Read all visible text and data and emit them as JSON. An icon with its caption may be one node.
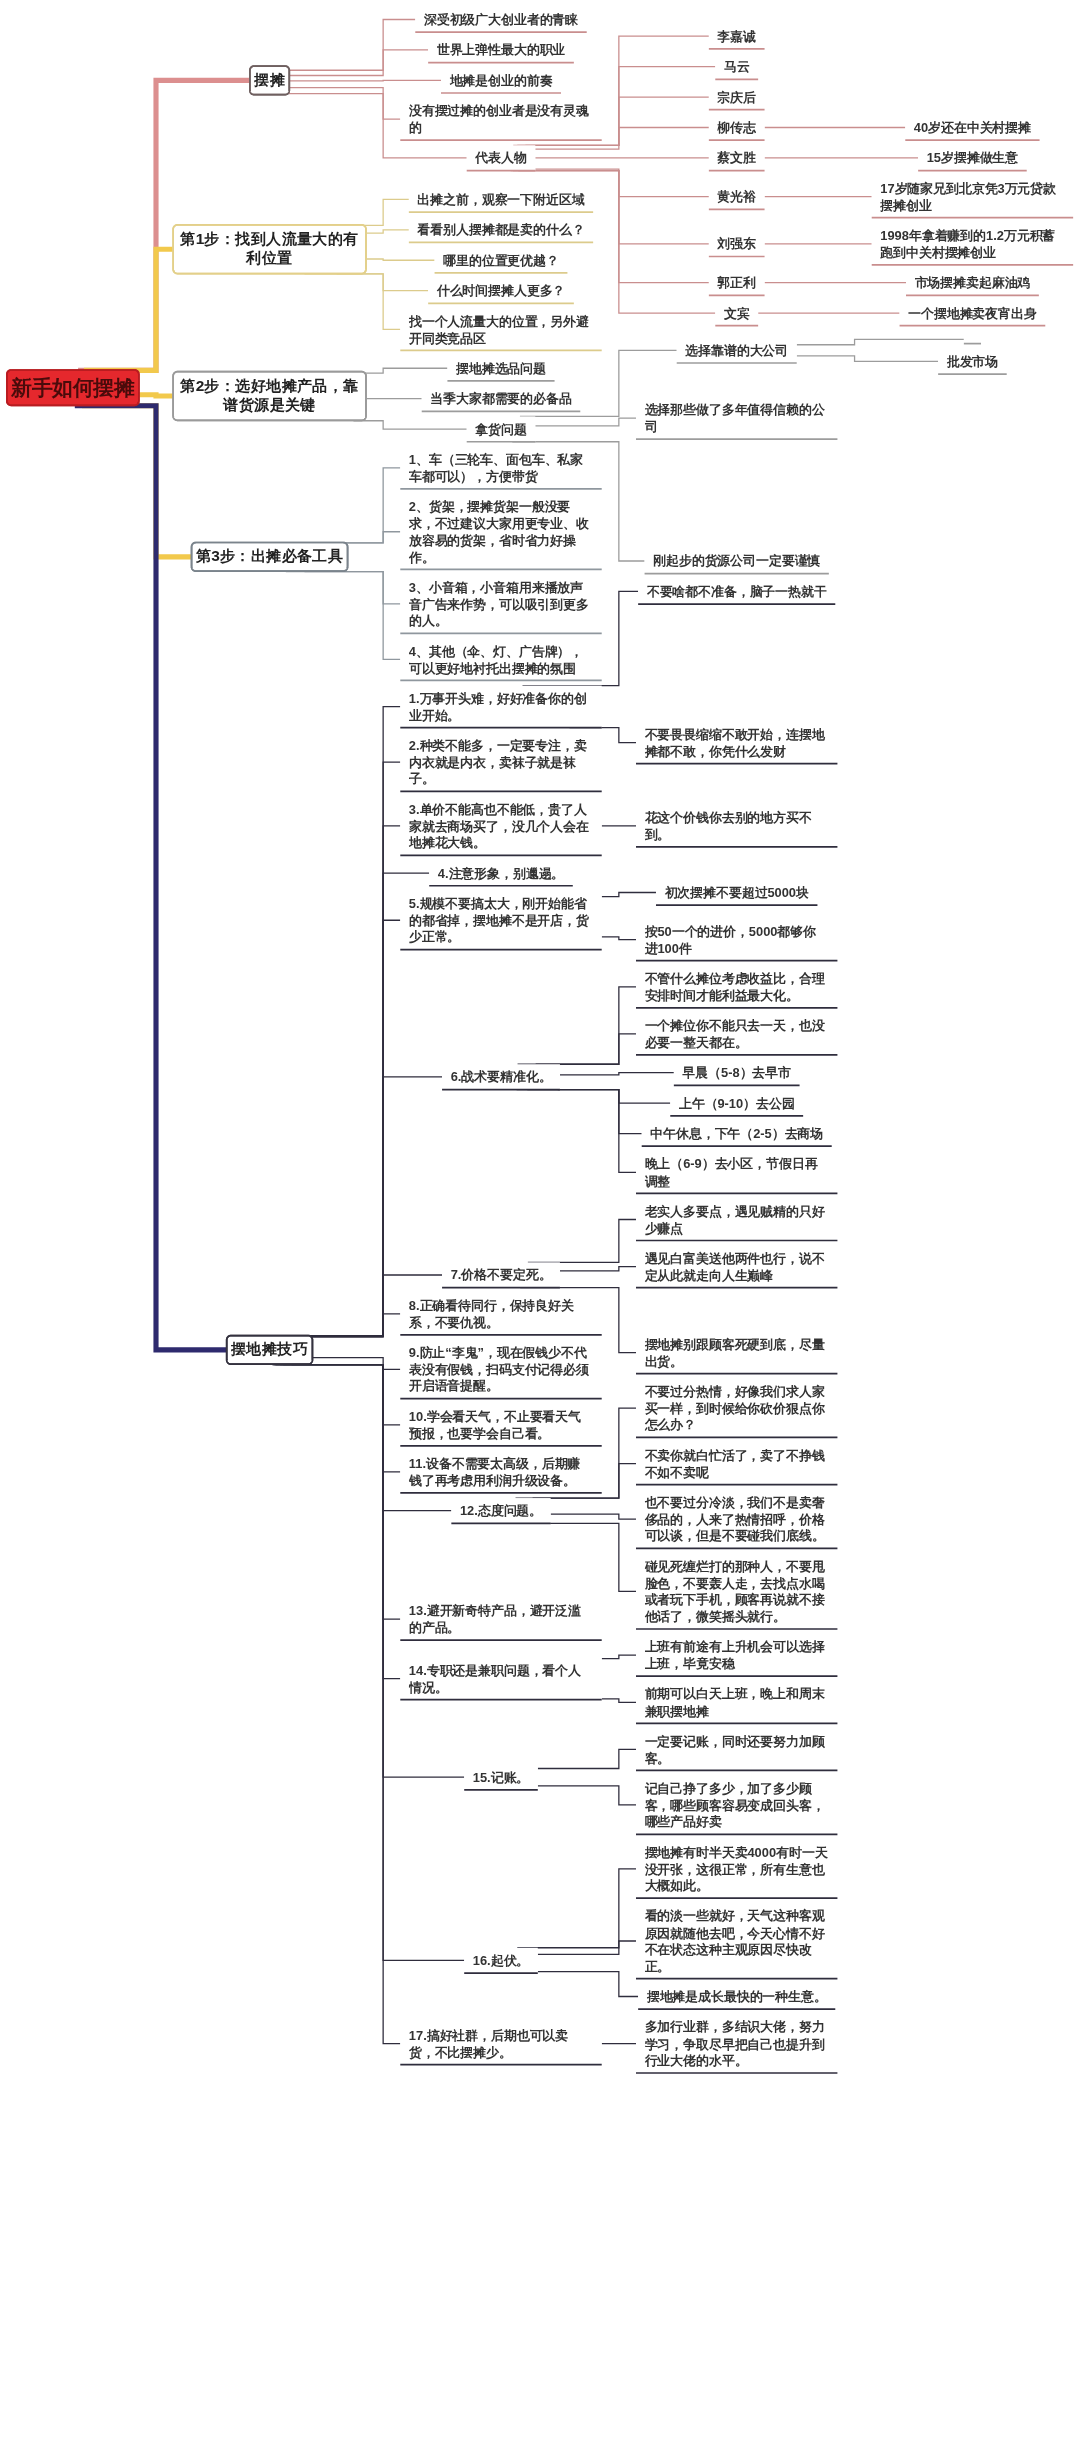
{
  "diagram": {
    "nodes": [
      {
        "text": [
          "新手如何摆摊"
        ]
      },
      {
        "text": [
          "摆摊"
        ]
      },
      {
        "text": [
          "深受初级广大创业者的青睐"
        ]
      },
      {
        "text": [
          "世界上弹性最大的职业"
        ]
      },
      {
        "text": [
          "地摊是创业的前奏"
        ]
      },
      {
        "text": [
          "没有摆过摊的创业者是没有灵魂的"
        ]
      },
      {
        "text": [
          "代表人物"
        ]
      },
      {
        "text": [
          "李嘉诚"
        ]
      },
      {
        "text": [
          "马云"
        ]
      },
      {
        "text": [
          "宗庆后"
        ]
      },
      {
        "text": [
          "柳传志"
        ]
      },
      {
        "text": [
          "40岁还在中关村摆摊"
        ]
      },
      {
        "text": [
          "蔡文胜"
        ]
      },
      {
        "text": [
          "15岁摆摊做生意"
        ]
      },
      {
        "text": [
          "黄光裕"
        ]
      },
      {
        "text": [
          "17岁随家兄到北京凭3万元贷款摆摊创业"
        ]
      },
      {
        "text": [
          "刘强东"
        ]
      },
      {
        "text": [
          "1998年拿着赚到的1.2万元积蓄跑到中关村摆摊创业"
        ]
      },
      {
        "text": [
          "郭正利"
        ]
      },
      {
        "text": [
          "市场摆摊卖起麻油鸡"
        ]
      },
      {
        "text": [
          "文宾"
        ]
      },
      {
        "text": [
          "一个摆地摊卖夜宵出身"
        ]
      },
      {
        "text": [
          "第1步：找到人流量大的有利位置"
        ]
      },
      {
        "text": [
          "出摊之前，观察一下附近区域"
        ]
      },
      {
        "text": [
          "看看别人摆摊都是卖的什么？"
        ]
      },
      {
        "text": [
          "哪里的位置更优越？"
        ]
      },
      {
        "text": [
          "什么时间摆摊人更多？"
        ]
      },
      {
        "text": [
          "找一个人流量大的位置，另外避开同类竞品区"
        ]
      },
      {
        "text": [
          "第2步：选好地摊产品，靠谱货源是关键"
        ]
      },
      {
        "text": [
          "摆地摊选品问题"
        ]
      },
      {
        "text": [
          "当季大家都需要的必备品"
        ]
      },
      {
        "text": [
          "拿货问题"
        ]
      },
      {
        "text": [
          "选择靠谱的大公司"
        ]
      },
      {
        "text": [],
        "shape": "line"
      },
      {
        "text": [
          "批发市场"
        ]
      },
      {
        "text": [
          "选择那些做了多年值得信赖的公司"
        ]
      },
      {
        "text": [
          "刚起步的货源公司一定要谨慎"
        ]
      },
      {
        "text": [
          "第3步：出摊必备工具"
        ]
      },
      {
        "text": [
          "1、车（三轮车、面包车、私家车都可以），方便带货"
        ]
      },
      {
        "text": [
          "2、货架，摆摊货架一般没要求，不过建议大家用更专业、收放容易的货架，省时省力好操作。"
        ]
      },
      {
        "text": [
          "3、小音箱，小音箱用来播放声音广告来作势，可以吸引到更多的人。"
        ]
      },
      {
        "text": [
          "4、其他（伞、灯、广告牌），可以更好地衬托出摆摊的氛围"
        ]
      },
      {
        "text": [
          "摆地摊技巧"
        ]
      },
      {
        "text": [
          "1.万事开头难，好好准备你的创业开始。"
        ]
      },
      {
        "text": [
          "不要啥都不准备，脑子一热就干"
        ]
      },
      {
        "text": [
          "不要畏畏缩缩不敢开始，连摆地摊都不敢，你凭什么发财"
        ]
      },
      {
        "text": [
          "2.种类不能多，一定要专注，卖内衣就是内衣，卖袜子就是袜子。"
        ]
      },
      {
        "text": [
          "3.单价不能高也不能低，贵了人家就去商场买了，没几个人会在地摊花大钱。"
        ]
      },
      {
        "text": [
          "花这个价钱你去别的地方买不到。"
        ]
      },
      {
        "text": [
          "4.注意形象，别邋遢。"
        ]
      },
      {
        "text": [
          "5.规模不要搞太大，刚开始能省的都省掉，摆地摊不是开店，货少正常。"
        ]
      },
      {
        "text": [
          "初次摆摊不要超过5000块"
        ]
      },
      {
        "text": [
          "按50一个的进价，5000都够你进100件"
        ]
      },
      {
        "text": [
          "6.战术要精准化。"
        ]
      },
      {
        "text": [
          "不管什么摊位考虑收益比，合理安排时间才能利益最大化。"
        ]
      },
      {
        "text": [
          "一个摊位你不能只去一天，也没必要一整天都在。"
        ]
      },
      {
        "text": [
          "早晨（5-8）去早市"
        ]
      },
      {
        "text": [
          "上午（9-10）去公园"
        ]
      },
      {
        "text": [
          "中午休息，下午（2-5）去商场"
        ]
      },
      {
        "text": [
          "晚上（6-9）去小区，节假日再调整"
        ]
      },
      {
        "text": [
          "7.价格不要定死。"
        ]
      },
      {
        "text": [
          "老实人多要点，遇见贼精的只好少赚点"
        ]
      },
      {
        "text": [
          "遇见白富美送他两件也行，说不定从此就走向人生巅峰"
        ]
      },
      {
        "text": [
          "摆地摊别跟顾客死硬到底，尽量出货。"
        ]
      },
      {
        "text": [
          "8.正确看待同行，保持良好关系，不要仇视。"
        ]
      },
      {
        "text": [
          "9.防止“李鬼”，现在假钱少不代表没有假钱，扫码支付记得必须开启语音提醒。"
        ]
      },
      {
        "text": [
          "10.学会看天气，不止要看天气预报，也要学会自己看。"
        ]
      },
      {
        "text": [
          "11.设备不需要太高级，后期赚钱了再考虑用利润升级设备。"
        ]
      },
      {
        "text": [
          "12.态度问题。"
        ]
      },
      {
        "text": [
          "不要过分热情，好像我们求人家买一样，到时候给你砍价狠点你怎么办？"
        ]
      },
      {
        "text": [
          "不卖你就白忙活了，卖了不挣钱不如不卖呢"
        ]
      },
      {
        "text": [
          "也不要过分冷淡，我们不是卖奢侈品的，人来了热情招呼，价格可以谈，但是不要碰我们底线。"
        ]
      },
      {
        "text": [
          "碰见死缠烂打的那种人，不要甩脸色，不要轰人走，去找点水喝或者玩下手机，顾客再说就不接他话了，微笑摇头就行。"
        ]
      },
      {
        "text": [
          "13.避开新奇特产品，避开泛滥的产品。"
        ]
      },
      {
        "text": [
          "14.专职还是兼职问题，看个人情况。"
        ]
      },
      {
        "text": [
          "上班有前途有上升机会可以选择上班，毕竟安稳"
        ]
      },
      {
        "text": [
          "前期可以白天上班，晚上和周末兼职摆地摊"
        ]
      },
      {
        "text": [
          "15.记账。"
        ]
      },
      {
        "text": [
          "一定要记账，同时还要努力加顾客。"
        ]
      },
      {
        "text": [
          "记自己挣了多少，加了多少顾客，哪些顾客容易变成回头客，哪些产品好卖"
        ]
      },
      {
        "text": [
          "16.起伏。"
        ]
      },
      {
        "text": [
          "摆地摊有时半天卖4000有时一天没开张，这很正常，所有生意也大概如此。"
        ]
      },
      {
        "text": [
          "看的淡一些就好，天气这种客观原因就随他去吧，今天心情不好不在状态这种主观原因尽快改正。"
        ]
      },
      {
        "text": [
          "摆地摊是成长最快的一种生意。"
        ]
      },
      {
        "text": [
          "17.搞好社群，后期也可以卖货，不比摆摊少。"
        ]
      },
      {
        "text": [
          "多加行业群，多结识大佬，努力学习，争取尽早把自己也提升到行业大佬的水平。"
        ]
      }
    ],
    "edges": [
      {
        "from": 0,
        "to": 1,
        "arrow": "none",
        "style": "thick",
        "color": "#dc8f8f"
      },
      {
        "from": 1,
        "to": 2,
        "arrow": "none",
        "color": "#c98e8e"
      },
      {
        "from": 1,
        "to": 3,
        "arrow": "none",
        "color": "#c98e8e"
      },
      {
        "from": 1,
        "to": 4,
        "arrow": "none",
        "color": "#c98e8e"
      },
      {
        "from": 1,
        "to": 5,
        "arrow": "none",
        "color": "#c98e8e"
      },
      {
        "from": 1,
        "to": 6,
        "arrow": "none",
        "color": "#c98e8e"
      },
      {
        "from": 6,
        "to": 7,
        "arrow": "none",
        "color": "#c98e8e"
      },
      {
        "from": 6,
        "to": 8,
        "arrow": "none",
        "color": "#c98e8e"
      },
      {
        "from": 6,
        "to": 9,
        "arrow": "none",
        "color": "#c98e8e"
      },
      {
        "from": 6,
        "to": 10,
        "arrow": "none",
        "color": "#c98e8e"
      },
      {
        "from": 10,
        "to": 11,
        "arrow": "none",
        "color": "#c98e8e"
      },
      {
        "from": 6,
        "to": 12,
        "arrow": "none",
        "color": "#c98e8e"
      },
      {
        "from": 12,
        "to": 13,
        "arrow": "none",
        "color": "#c98e8e"
      },
      {
        "from": 6,
        "to": 14,
        "arrow": "none",
        "color": "#c98e8e"
      },
      {
        "from": 14,
        "to": 15,
        "arrow": "none",
        "color": "#c98e8e"
      },
      {
        "from": 6,
        "to": 16,
        "arrow": "none",
        "color": "#c98e8e"
      },
      {
        "from": 16,
        "to": 17,
        "arrow": "none",
        "color": "#c98e8e"
      },
      {
        "from": 6,
        "to": 18,
        "arrow": "none",
        "color": "#c98e8e"
      },
      {
        "from": 18,
        "to": 19,
        "arrow": "none",
        "color": "#c98e8e"
      },
      {
        "from": 6,
        "to": 20,
        "arrow": "none",
        "color": "#c98e8e"
      },
      {
        "from": 20,
        "to": 21,
        "arrow": "none",
        "color": "#c98e8e"
      },
      {
        "from": 0,
        "to": 22,
        "arrow": "none",
        "style": "thick",
        "color": "#f2c94c"
      },
      {
        "from": 22,
        "to": 23,
        "arrow": "none",
        "color": "#dccb8c"
      },
      {
        "from": 22,
        "to": 24,
        "arrow": "none",
        "color": "#dccb8c"
      },
      {
        "from": 22,
        "to": 25,
        "arrow": "none",
        "color": "#dccb8c"
      },
      {
        "from": 22,
        "to": 26,
        "arrow": "none",
        "color": "#dccb8c"
      },
      {
        "from": 22,
        "to": 27,
        "arrow": "none",
        "color": "#dccb8c"
      },
      {
        "from": 0,
        "to": 28,
        "arrow": "none",
        "style": "thick",
        "color": "#f2c94c"
      },
      {
        "from": 28,
        "to": 29,
        "arrow": "none",
        "color": "#9c9c9c"
      },
      {
        "from": 28,
        "to": 30,
        "arrow": "none",
        "color": "#9c9c9c"
      },
      {
        "from": 28,
        "to": 31,
        "arrow": "none",
        "color": "#9c9c9c"
      },
      {
        "from": 31,
        "to": 32,
        "arrow": "none",
        "color": "#9c9c9c"
      },
      {
        "from": 32,
        "to": 33,
        "arrow": "none",
        "color": "#9c9c9c"
      },
      {
        "from": 32,
        "to": 34,
        "arrow": "none",
        "color": "#9c9c9c"
      },
      {
        "from": 31,
        "to": 35,
        "arrow": "none",
        "color": "#9c9c9c"
      },
      {
        "from": 31,
        "to": 36,
        "arrow": "none",
        "color": "#9c9c9c"
      },
      {
        "from": 0,
        "to": 37,
        "arrow": "none",
        "style": "thick",
        "color": "#f2c94c"
      },
      {
        "from": 37,
        "to": 38,
        "arrow": "none",
        "color": "#8f979e"
      },
      {
        "from": 37,
        "to": 39,
        "arrow": "none",
        "color": "#8f979e"
      },
      {
        "from": 37,
        "to": 40,
        "arrow": "none",
        "color": "#8f979e"
      },
      {
        "from": 37,
        "to": 41,
        "arrow": "none",
        "color": "#8f979e"
      },
      {
        "from": 0,
        "to": 42,
        "arrow": "none",
        "style": "thick",
        "color": "#2e2a6e"
      },
      {
        "from": 42,
        "to": 43,
        "arrow": "none"
      },
      {
        "from": 43,
        "to": 44,
        "arrow": "none"
      },
      {
        "from": 43,
        "to": 45,
        "arrow": "none"
      },
      {
        "from": 42,
        "to": 46,
        "arrow": "none"
      },
      {
        "from": 42,
        "to": 47,
        "arrow": "none"
      },
      {
        "from": 47,
        "to": 48,
        "arrow": "none"
      },
      {
        "from": 42,
        "to": 49,
        "arrow": "none"
      },
      {
        "from": 42,
        "to": 50,
        "arrow": "none"
      },
      {
        "from": 50,
        "to": 51,
        "arrow": "none"
      },
      {
        "from": 50,
        "to": 52,
        "arrow": "none"
      },
      {
        "from": 42,
        "to": 53,
        "arrow": "none"
      },
      {
        "from": 53,
        "to": 54,
        "arrow": "none"
      },
      {
        "from": 53,
        "to": 55,
        "arrow": "none"
      },
      {
        "from": 53,
        "to": 56,
        "arrow": "none"
      },
      {
        "from": 53,
        "to": 57,
        "arrow": "none"
      },
      {
        "from": 53,
        "to": 58,
        "arrow": "none"
      },
      {
        "from": 53,
        "to": 59,
        "arrow": "none"
      },
      {
        "from": 42,
        "to": 60,
        "arrow": "none"
      },
      {
        "from": 60,
        "to": 61,
        "arrow": "none"
      },
      {
        "from": 60,
        "to": 62,
        "arrow": "none"
      },
      {
        "from": 60,
        "to": 63,
        "arrow": "none"
      },
      {
        "from": 42,
        "to": 64,
        "arrow": "none"
      },
      {
        "from": 42,
        "to": 65,
        "arrow": "none"
      },
      {
        "from": 42,
        "to": 66,
        "arrow": "none"
      },
      {
        "from": 42,
        "to": 67,
        "arrow": "none"
      },
      {
        "from": 42,
        "to": 68,
        "arrow": "none"
      },
      {
        "from": 68,
        "to": 69,
        "arrow": "none"
      },
      {
        "from": 68,
        "to": 70,
        "arrow": "none"
      },
      {
        "from": 68,
        "to": 71,
        "arrow": "none"
      },
      {
        "from": 68,
        "to": 72,
        "arrow": "none"
      },
      {
        "from": 42,
        "to": 73,
        "arrow": "none"
      },
      {
        "from": 42,
        "to": 74,
        "arrow": "none"
      },
      {
        "from": 74,
        "to": 75,
        "arrow": "none"
      },
      {
        "from": 74,
        "to": 76,
        "arrow": "none"
      },
      {
        "from": 42,
        "to": 77,
        "arrow": "none"
      },
      {
        "from": 77,
        "to": 78,
        "arrow": "none"
      },
      {
        "from": 77,
        "to": 79,
        "arrow": "none"
      },
      {
        "from": 42,
        "to": 80,
        "arrow": "none"
      },
      {
        "from": 80,
        "to": 81,
        "arrow": "none"
      },
      {
        "from": 80,
        "to": 82,
        "arrow": "none"
      },
      {
        "from": 80,
        "to": 83,
        "arrow": "none"
      },
      {
        "from": 42,
        "to": 84,
        "arrow": "none"
      },
      {
        "from": 84,
        "to": 85,
        "arrow": "none"
      }
    ]
  }
}
